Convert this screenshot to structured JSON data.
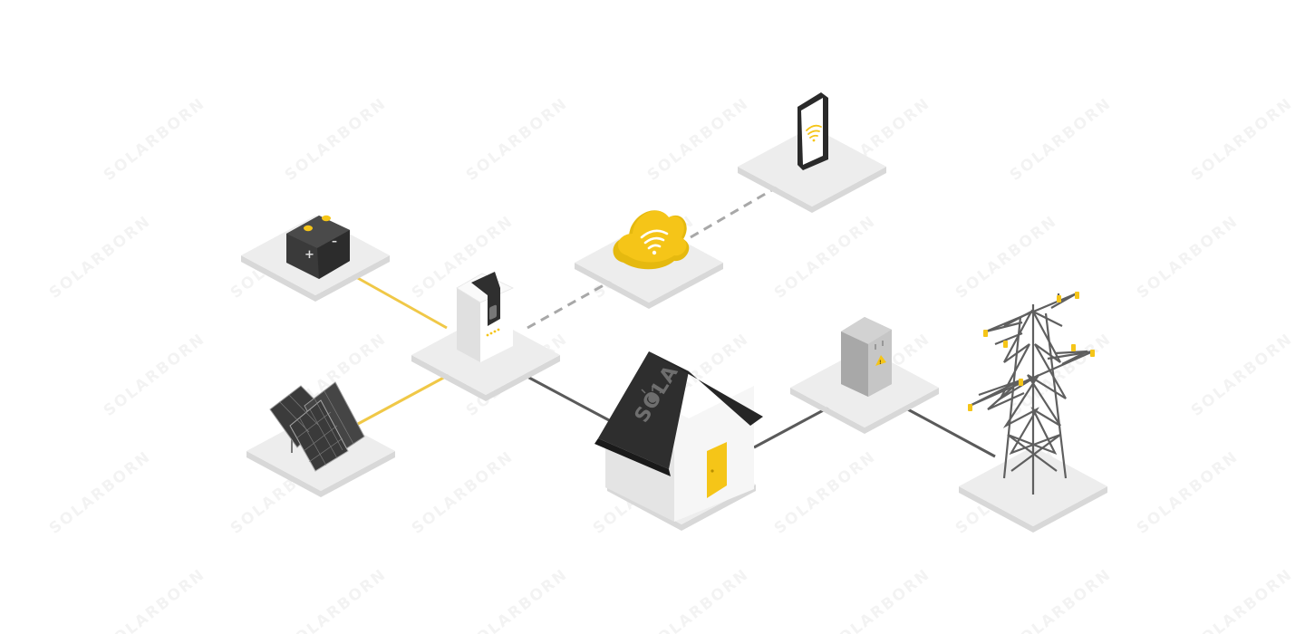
{
  "brand": {
    "watermark_text": "SOLARBORN",
    "roof_mark_text": "SOLA"
  },
  "colors": {
    "accent_yellow": "#F5C518",
    "dark": "#333333",
    "platform_top": "#EDEDED",
    "platform_side": "#D8D8D8",
    "wire_solid": "#5A5A5A",
    "wire_dashed": "#A8A8A8"
  },
  "nodes": [
    {
      "id": "battery",
      "icon": "battery-icon"
    },
    {
      "id": "solar-panels",
      "icon": "solar-panel-icon"
    },
    {
      "id": "inverter",
      "icon": "inverter-icon"
    },
    {
      "id": "cloud",
      "icon": "cloud-wifi-icon"
    },
    {
      "id": "phone",
      "icon": "smartphone-wifi-icon"
    },
    {
      "id": "house",
      "icon": "house-icon"
    },
    {
      "id": "meter",
      "icon": "electric-meter-icon"
    },
    {
      "id": "tower",
      "icon": "transmission-tower-icon"
    }
  ],
  "connections": [
    {
      "from": "battery",
      "to": "inverter",
      "style": "yellow-solid"
    },
    {
      "from": "solar-panels",
      "to": "inverter",
      "style": "yellow-solid"
    },
    {
      "from": "inverter",
      "to": "cloud",
      "style": "gray-dashed"
    },
    {
      "from": "cloud",
      "to": "phone",
      "style": "gray-dashed"
    },
    {
      "from": "inverter",
      "to": "house",
      "style": "dark-solid"
    },
    {
      "from": "house",
      "to": "meter",
      "style": "dark-solid"
    },
    {
      "from": "meter",
      "to": "tower",
      "style": "dark-solid"
    }
  ]
}
